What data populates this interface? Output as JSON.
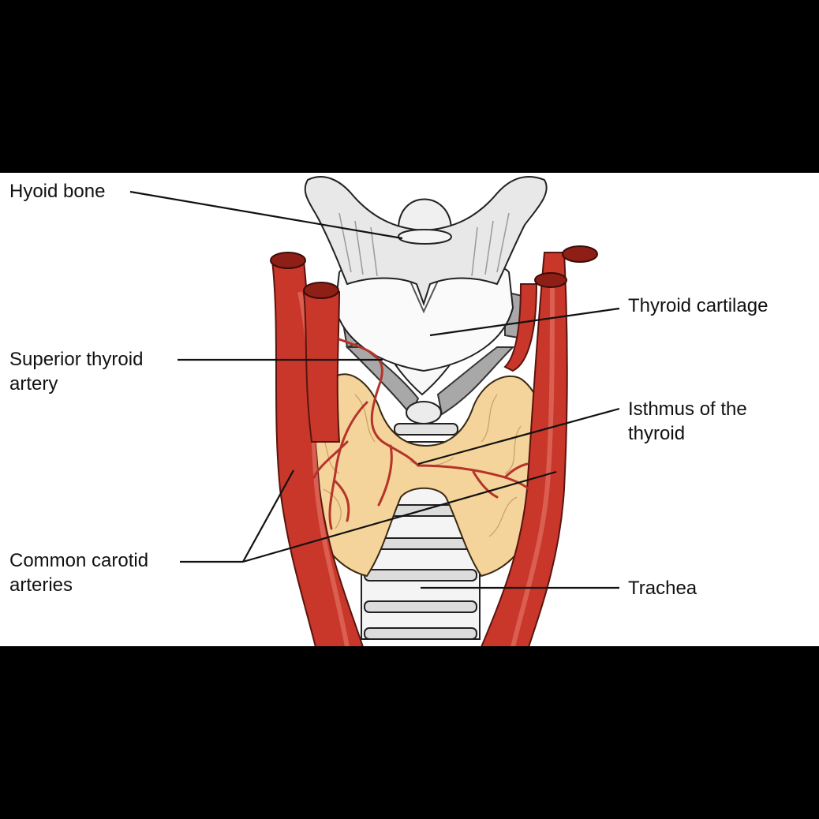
{
  "figure": {
    "labels": {
      "hyoid_bone": "Hyoid bone",
      "thyroid_cartilage": "Thyroid cartilage",
      "superior_thyroid_artery_line1": "Superior thyroid",
      "superior_thyroid_artery_line2": "artery",
      "isthmus_line1": "Isthmus of the",
      "isthmus_line2": "thyroid",
      "common_carotid_line1": "Common carotid",
      "common_carotid_line2": "arteries",
      "trachea": "Trachea"
    },
    "colors": {
      "background": "#000000",
      "panel": "#ffffff",
      "artery": "#c8372a",
      "artery_dark": "#8e1f17",
      "thyroid_gland": "#f5d49b",
      "cartilage": "#f2f2f2",
      "muscle_gray": "#a8a8a8",
      "leader_line": "#111111"
    }
  }
}
